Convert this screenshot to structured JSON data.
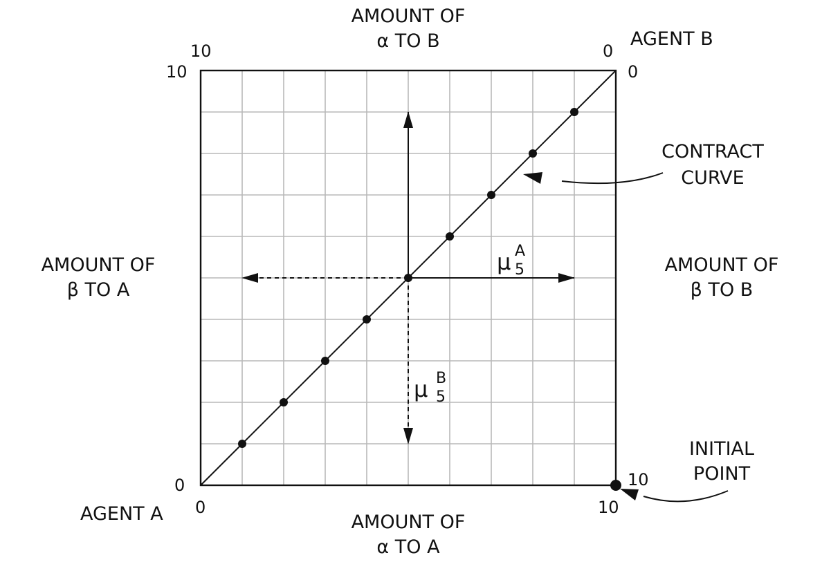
{
  "labels": {
    "top_line1": "AMOUNT OF",
    "top_line2": "α TO B",
    "bottom_line1": "AMOUNT OF",
    "bottom_line2": "α TO A",
    "left_line1": "AMOUNT OF",
    "left_line2": "β TO A",
    "right_line1": "AMOUNT OF",
    "right_line2": "β TO B",
    "agent_a": "AGENT A",
    "agent_b": "AGENT B",
    "contract_line1": "CONTRACT",
    "contract_line2": "CURVE",
    "initial_line1": "INITIAL",
    "initial_line2": "POINT",
    "mu_a_symbol": "μ",
    "mu_a_sup": "A",
    "mu_a_sub": "5",
    "mu_b_symbol": "μ",
    "mu_b_sup": "B",
    "mu_b_sub": "5"
  },
  "ticks": {
    "top_left": "10",
    "top_right": "0",
    "left_top": "10",
    "left_bottom": "0",
    "right_top": "0",
    "right_bottom": "10",
    "bottom_left": "0",
    "bottom_right": "10"
  },
  "chart_data": {
    "type": "scatter",
    "grid_size": 10,
    "grid": true,
    "contract_curve_points": [
      [
        1,
        1
      ],
      [
        2,
        2
      ],
      [
        3,
        3
      ],
      [
        4,
        4
      ],
      [
        5,
        5
      ],
      [
        6,
        6
      ],
      [
        7,
        7
      ],
      [
        8,
        8
      ],
      [
        9,
        9
      ]
    ],
    "initial_point": [
      10,
      0
    ],
    "center_point": [
      5,
      5
    ],
    "arrows": {
      "up": {
        "from": [
          5,
          5
        ],
        "to": [
          5,
          9
        ],
        "style": "solid"
      },
      "right": {
        "from": [
          5,
          5
        ],
        "to": [
          9,
          5
        ],
        "style": "solid"
      },
      "left": {
        "from": [
          5,
          5
        ],
        "to": [
          1,
          5
        ],
        "style": "dashed"
      },
      "down": {
        "from": [
          5,
          5
        ],
        "to": [
          5,
          1
        ],
        "style": "dashed"
      }
    }
  }
}
